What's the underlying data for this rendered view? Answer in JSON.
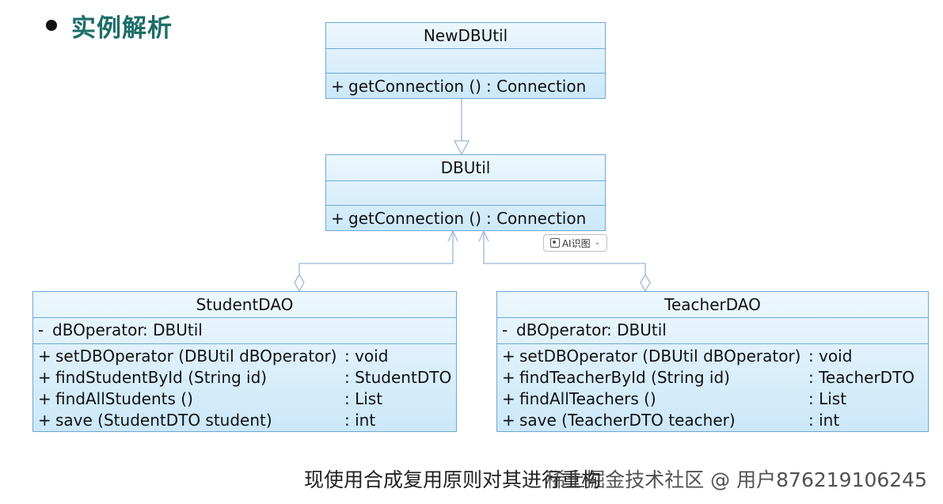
{
  "header": {
    "title": "实例解析"
  },
  "classes": {
    "newdbutil": {
      "name": "NewDBUtil",
      "methods": [
        {
          "vis": "+",
          "sig": "getConnection ()",
          "ret": ": Connection"
        }
      ]
    },
    "dbutil": {
      "name": "DBUtil",
      "methods": [
        {
          "vis": "+",
          "sig": "getConnection ()",
          "ret": ": Connection"
        }
      ]
    },
    "studentdao": {
      "name": "StudentDAO",
      "attributes": [
        {
          "vis": "-",
          "sig": "dBOperator",
          "ret": ": DBUtil"
        }
      ],
      "methods": [
        {
          "vis": "+",
          "sig": "setDBOperator (DBUtil dBOperator)",
          "ret": ": void"
        },
        {
          "vis": "+",
          "sig": "findStudentById (String id)",
          "ret": ": StudentDTO"
        },
        {
          "vis": "+",
          "sig": "findAllStudents ()",
          "ret": ": List"
        },
        {
          "vis": "+",
          "sig": "save (StudentDTO student)",
          "ret": ": int"
        }
      ]
    },
    "teacherdao": {
      "name": "TeacherDAO",
      "attributes": [
        {
          "vis": "-",
          "sig": "dBOperator",
          "ret": ": DBUtil"
        }
      ],
      "methods": [
        {
          "vis": "+",
          "sig": "setDBOperator (DBUtil dBOperator)",
          "ret": ": void"
        },
        {
          "vis": "+",
          "sig": "findTeacherById (String id)",
          "ret": ": TeacherDTO"
        },
        {
          "vis": "+",
          "sig": "findAllTeachers ()",
          "ret": ": List"
        },
        {
          "vis": "+",
          "sig": "save (TeacherDTO teacher)",
          "ret": ": int"
        }
      ]
    }
  },
  "ai_badge": {
    "label": "AI识图"
  },
  "caption": "现使用合成复用原则对其进行重构",
  "watermark": "稀土掘金技术社区 @ 用户876219106245",
  "colors": {
    "class_border": "#6fa8d6",
    "class_fill_top": "#edf7fd",
    "class_fill_bottom": "#cbe8f9",
    "title": "#1d6e68",
    "edge": "#9cb7d6"
  },
  "icons": {
    "bullet": "filled-circle",
    "ai": "image-scan-icon",
    "dropdown": "chevron-down-icon"
  }
}
